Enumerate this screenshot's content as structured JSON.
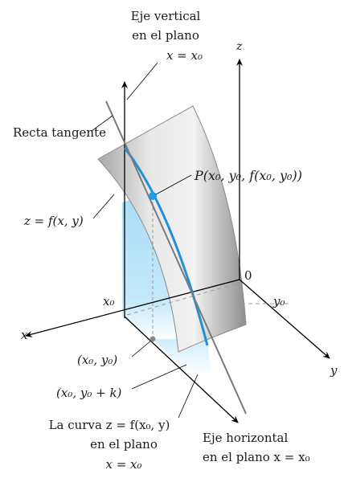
{
  "labels": {
    "vertical_axis": [
      "Eje vertical",
      "en el plano"
    ],
    "vertical_plane_eq": "x = x₀",
    "z_axis": "z",
    "tangent_line": "Recta tangente",
    "point_p": "P(x₀, y₀, f(x₀, y₀))",
    "surface": "z = f(x, y)",
    "origin": "0",
    "x0_tick": "x₀",
    "y0_tick": "y₀",
    "x_axis": "x",
    "y_axis": "y",
    "base_point": "(x₀, y₀)",
    "base_point_k": "(x₀, y₀ + k)",
    "curve": [
      "La curva z = f(x₀, y)",
      "en el plano"
    ],
    "curve_plane_eq": "x = x₀",
    "horizontal_axis": [
      "Eje horizontal",
      "en el plano x = x₀"
    ]
  },
  "colors": {
    "curve": "#1f8fd8",
    "point": "#1f9be6",
    "plane": "#bfe6fb",
    "surface_light": "#e6e6e6",
    "surface_dark": "#9c9c9c",
    "tangent": "#808080"
  }
}
